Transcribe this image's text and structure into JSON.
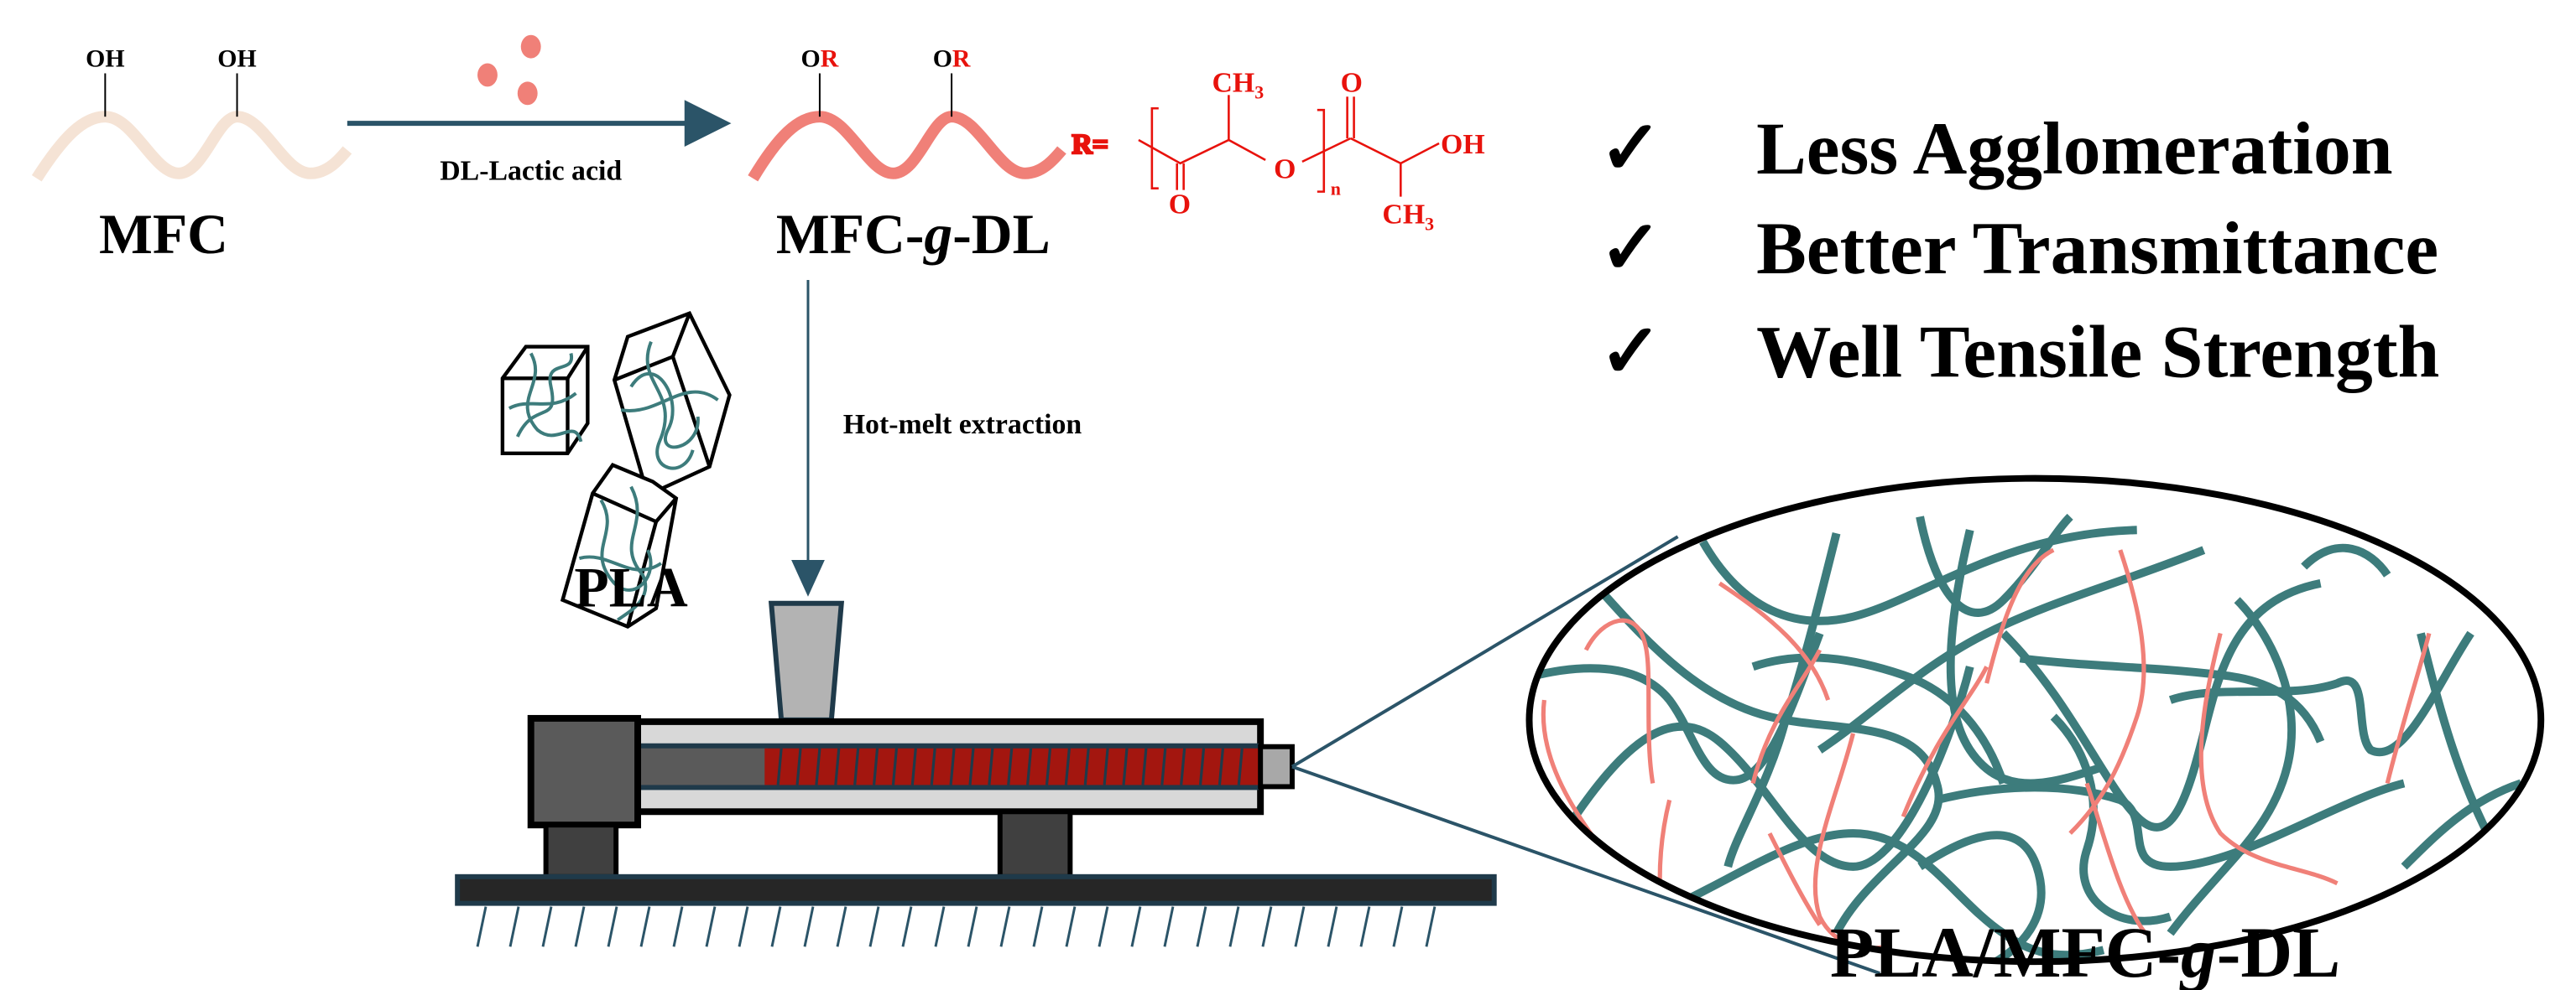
{
  "colors": {
    "arrow": "#2b5468",
    "mfc_wave": "#f5e3d5",
    "grafted_wave": "#f08078",
    "reagent_dots": "#f08078",
    "formula": "#e8120c",
    "pla_fiber": "#3d7c7c",
    "dl_fiber": "#f08078",
    "screw": "#a3160f",
    "barrel": "#d8d8d8",
    "motor": "#5a5a5a",
    "base": "#262626"
  },
  "reactant": {
    "label": "MFC",
    "groups": [
      "OH",
      "OH"
    ]
  },
  "reaction": {
    "reagent_label": "DL-Lactic acid",
    "reagent_icon": "lactic-acid-dots"
  },
  "product": {
    "label_prefix": "MFC-",
    "label_italic": "g",
    "label_suffix": "-DL",
    "groups": [
      {
        "o": "O",
        "r": "R"
      },
      {
        "o": "O",
        "r": "R"
      }
    ]
  },
  "formula": {
    "r_equals": "R=",
    "methyl_top": "CH",
    "methyl_top_sub": "3",
    "carbonyl_o_bottom": "O",
    "ester_o": "O",
    "carbonyl_o_top": "O",
    "repeat_n": "n",
    "hydroxyl": "OH",
    "methyl_bottom": "CH",
    "methyl_bottom_sub": "3"
  },
  "process": {
    "step_label": "Hot-melt extraction",
    "pla_label": "PLA"
  },
  "benefits": [
    {
      "icon": "checkmark",
      "text": "Less Agglomeration"
    },
    {
      "icon": "checkmark",
      "text": "Better Transmittance"
    },
    {
      "icon": "checkmark",
      "text": "Well Tensile Strength"
    }
  ],
  "check_glyph": "✓",
  "composite": {
    "label_prefix": "PLA/MFC-",
    "label_italic": "g",
    "label_suffix": "-DL"
  }
}
